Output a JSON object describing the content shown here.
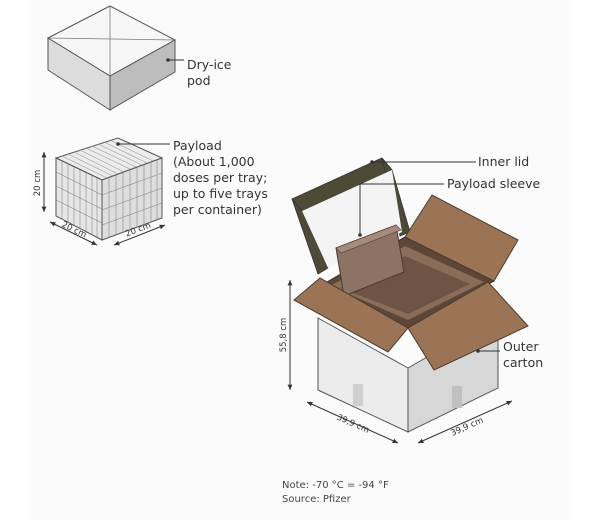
{
  "labels": {
    "dry_ice_line1": "Dry-ice",
    "dry_ice_line2": "pod",
    "payload_lines": [
      "Payload",
      "(About 1,000",
      "doses per tray;",
      "up to five trays",
      "per container)"
    ],
    "inner_lid": "Inner lid",
    "payload_sleeve": "Payload sleeve",
    "outer_carton_line1": "Outer",
    "outer_carton_line2": "carton"
  },
  "dimensions": {
    "payload_height": "20 cm",
    "payload_width_left": "20 cm",
    "payload_width_right": "20 cm",
    "box_height": "55,8 cm",
    "box_width_left": "39,9 cm",
    "box_width_right": "39,9 cm"
  },
  "note": "Note: -70 °C = -94 °F",
  "source": "Source: Pfizer",
  "colors": {
    "cardboard": "#9a7455",
    "cardboard_dark": "#6f5040",
    "lid_frame": "#4d4a36",
    "line": "#333333"
  }
}
